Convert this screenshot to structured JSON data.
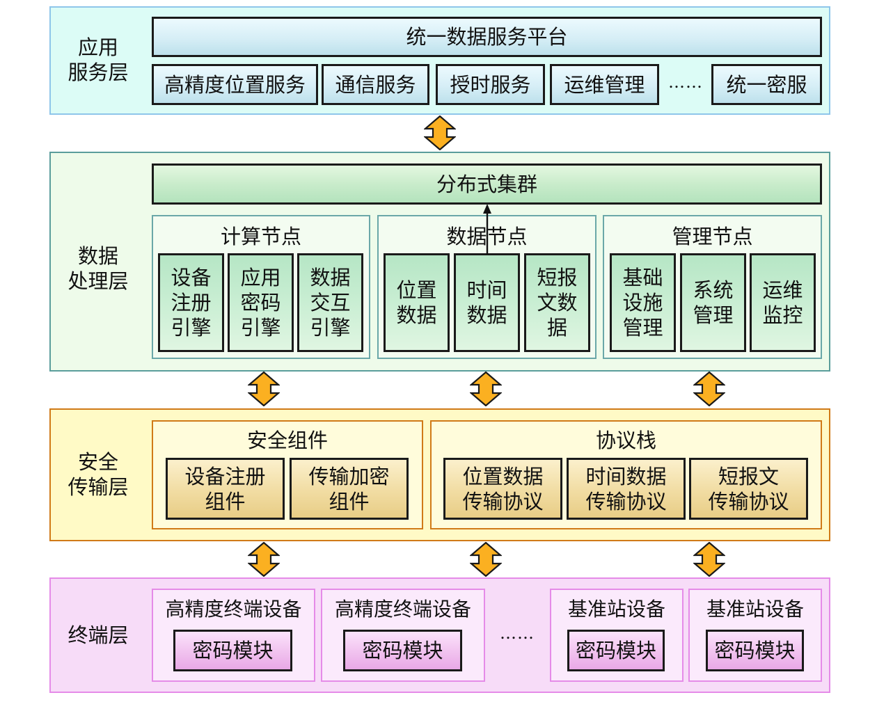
{
  "layers": {
    "application": {
      "label": "应用\n服务层",
      "platform": "统一数据服务平台",
      "services": [
        "高精度位置服务",
        "通信服务",
        "授时服务",
        "运维管理",
        "统一密服"
      ],
      "ellipsis": "……"
    },
    "processing": {
      "label": "数据\n处理层",
      "cluster": "分布式集群",
      "nodes": [
        {
          "title": "计算节点",
          "items": [
            "设备\n注册\n引擎",
            "应用\n密码\n引擎",
            "数据\n交互\n引擎"
          ]
        },
        {
          "title": "数据节点",
          "items": [
            "位置\n数据",
            "时间\n数据",
            "短报\n文数\n据"
          ]
        },
        {
          "title": "管理节点",
          "items": [
            "基础\n设施\n管理",
            "系统\n管理",
            "运维\n监控"
          ]
        }
      ]
    },
    "security": {
      "label": "安全\n传输层",
      "groups": [
        {
          "title": "安全组件",
          "items": [
            "设备注册\n组件",
            "传输加密\n组件"
          ]
        },
        {
          "title": "协议栈",
          "items": [
            "位置数据\n传输协议",
            "时间数据\n传输协议",
            "短报文\n传输协议"
          ]
        }
      ]
    },
    "terminal": {
      "label": "终端层",
      "devices": [
        {
          "title": "高精度终端设备",
          "module": "密码模块"
        },
        {
          "title": "高精度终端设备",
          "module": "密码模块"
        },
        {
          "title": "基准站设备",
          "module": "密码模块"
        },
        {
          "title": "基准站设备",
          "module": "密码模块"
        }
      ],
      "ellipsis": "……"
    }
  },
  "colors": {
    "arrow_fill": "#fbb021",
    "arrow_stroke": "#1a1a1a",
    "application_bg": "#dcfcf6",
    "processing_bg": "#eefbea",
    "security_bg": "#fffac6",
    "terminal_bg": "#f7dcf8"
  }
}
